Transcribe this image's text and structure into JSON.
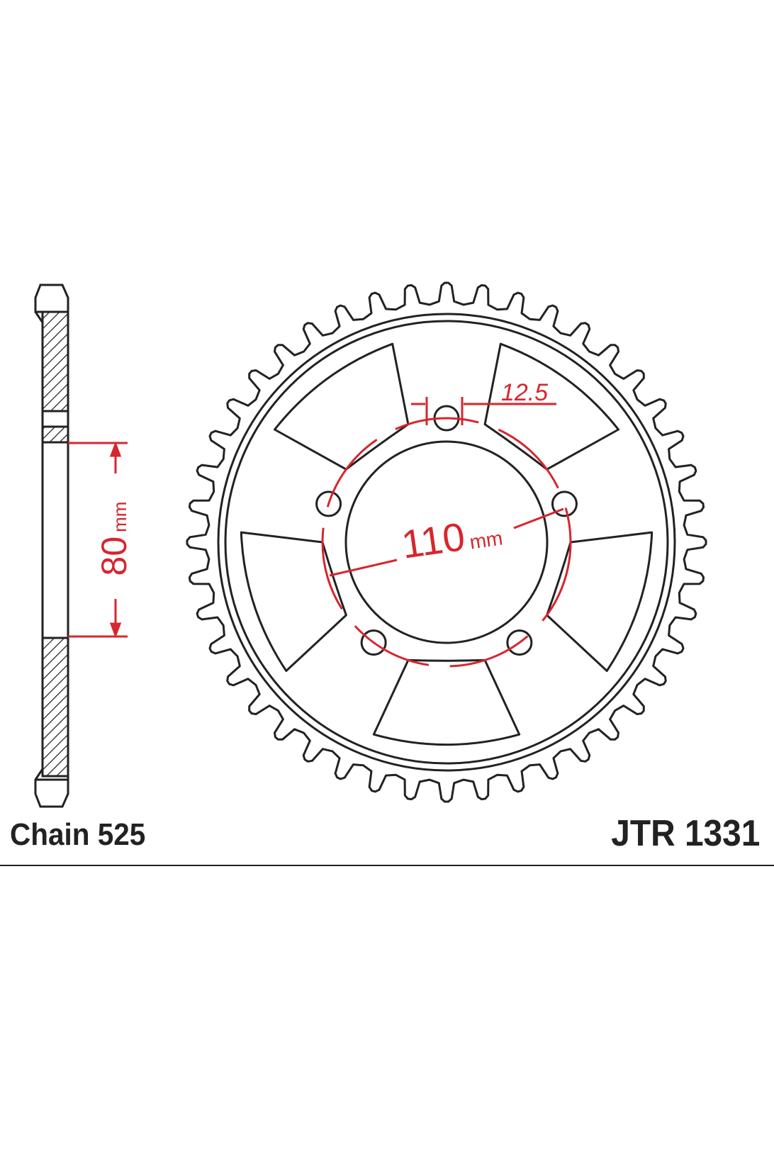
{
  "drawing": {
    "chain_label": "Chain 525",
    "part_number": "JTR 1331",
    "dimensions": {
      "hub_bore": {
        "value": "80",
        "unit": "mm"
      },
      "bolt_circle": {
        "value": "110",
        "unit": "mm"
      },
      "bolt_hole": {
        "value": "12.5"
      }
    },
    "teeth": 44,
    "bolt_holes": 5,
    "windows": 5
  },
  "colors": {
    "line": "#222222",
    "dimension": "#d6262e"
  }
}
